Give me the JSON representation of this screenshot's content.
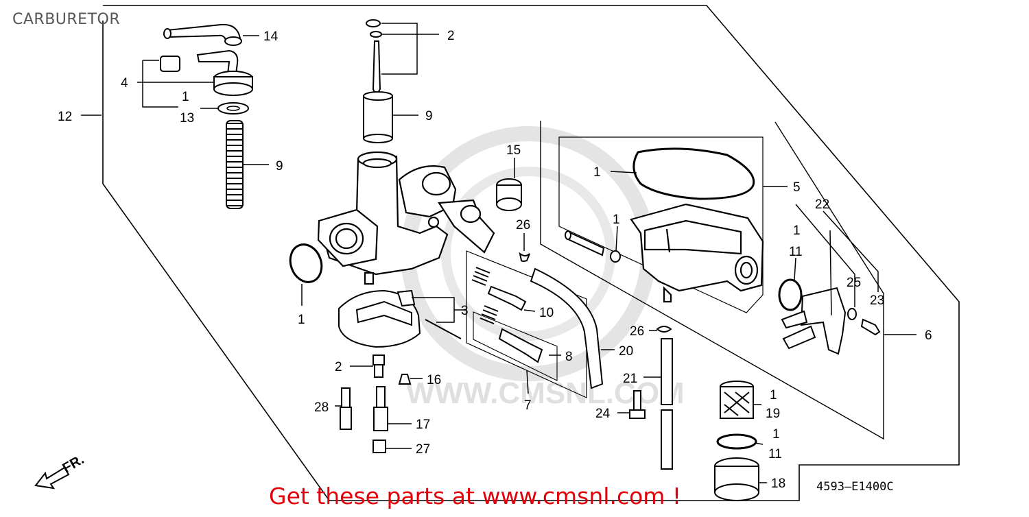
{
  "title": "CARBURETOR",
  "diagram_code": "4593—E1400C",
  "footer_link": "Get these parts at www.cmsnl.com !",
  "watermark": "WWW.CMSNL.COM",
  "direction_label": "FR.",
  "callouts": {
    "c1a": "14",
    "c2a": "2",
    "c3a": "4",
    "c4a": "1",
    "c5a": "13",
    "c6a": "12",
    "c7a": "9",
    "c8a": "9",
    "c9a": "15",
    "c10a": "1",
    "c11a": "1",
    "c12a": "5",
    "c13a": "26",
    "c14a": "22",
    "c15a": "1",
    "c16a": "11",
    "c17a": "25",
    "c18a": "23",
    "c19a": "1",
    "c20a": "3",
    "c21a": "10",
    "c22a": "8",
    "c23a": "7",
    "c24a": "20",
    "c25a": "26",
    "c26a": "6",
    "c27a": "2",
    "c28a": "16",
    "c29a": "21",
    "c30a": "28",
    "c31a": "17",
    "c32a": "24",
    "c33a": "1",
    "c34a": "19",
    "c35a": "1",
    "c36a": "11",
    "c37a": "27",
    "c38a": "18"
  }
}
